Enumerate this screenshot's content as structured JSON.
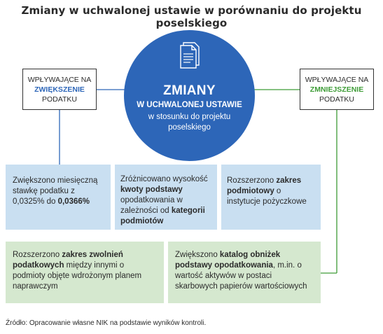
{
  "title": "Zmiany w uchwalonej ustawie w porównaniu do projektu poselskiego",
  "center": {
    "icon": "document-stack-icon",
    "heading": "ZMIANY",
    "subheading": "W UCHWALONEJ USTAWIE",
    "note": "w stosunku do projektu poselskiego"
  },
  "left_box": {
    "line1": "WPŁYWAJĄCE NA",
    "keyword": "ZWIĘKSZENIE",
    "line3": "PODATKU"
  },
  "right_box": {
    "line1": "WPŁYWAJĄCE NA",
    "keyword": "ZMNIEJSZENIE",
    "line3": "PODATKU"
  },
  "increase_items": [
    {
      "t1": "Zwiększono miesięczną stawkę podatku z 0,0325% do ",
      "b1": "0,0366%"
    },
    {
      "t1": "Zróżnicowano wysokość ",
      "b1": "kwoty podstawy",
      "t2": " opodatkowania w zależności od ",
      "b2": "kategorii podmiotów"
    },
    {
      "t1": "Rozszerzono ",
      "b1": "zakres podmiotowy",
      "t2": " o instytucje pożyczkowe"
    }
  ],
  "decrease_items": [
    {
      "t1": "Rozszerzono ",
      "b1": "zakres zwolnień podatkowych",
      "t2": " między innymi o podmioty objęte wdrożonym planem naprawczym"
    },
    {
      "t1": "Zwiększono ",
      "b1": "katalog obniżek podstawy opodatkowania",
      "t2": ", m.in. o wartość aktywów w postaci skarbowych papierów wartościowych"
    }
  ],
  "source": "Źródło: Opracowanie własne NIK na podstawie wyników kontroli.",
  "colors": {
    "accent_blue": "#2d66b8",
    "accent_green": "#3e9c37",
    "box_blue": "#c9dff1",
    "box_green": "#d5e8cf"
  }
}
